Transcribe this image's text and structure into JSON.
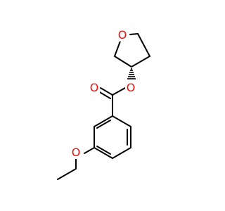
{
  "molecule": {
    "atoms": {
      "o_ring": "O",
      "o_ester_single": "O",
      "o_carbonyl": "O",
      "o_ether": "O"
    },
    "stereo_bond": "hashed-wedge",
    "colors": {
      "bond": "#000000",
      "oxygen": "#e8120f",
      "background": "#ffffff"
    }
  }
}
